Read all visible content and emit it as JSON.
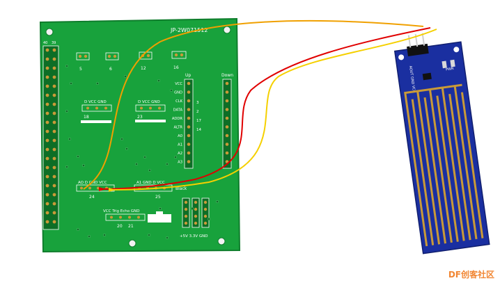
{
  "colors": {
    "pcb": "#18a23c",
    "pcb_dark": "#0f7d2c",
    "sensor": "#1a2fa0",
    "trace": "#c99a38",
    "wire_red": "#e00000",
    "wire_yellow": "#f5d000",
    "wire_orange": "#f0a000"
  },
  "board": {
    "part_number": "JP-2W071512",
    "header_left_labels": [
      "40",
      "39"
    ],
    "pwm_labels": [
      "5",
      "6",
      "12",
      "16"
    ],
    "up_label": "Up",
    "down_label": "Down",
    "up_pins": [
      "VCC",
      "GND",
      "CLK",
      "DATA",
      "ADDR",
      "ALTR",
      "A0",
      "A1",
      "A2",
      "A3"
    ],
    "gpio_numbers": [
      "3",
      "2",
      "17",
      "14"
    ],
    "module_18": {
      "header": "D  VCC GND",
      "number": "18"
    },
    "module_23": {
      "header": "D  VCC GND",
      "number": "23"
    },
    "module_24": {
      "header": "AO  D  GND VCC",
      "number": "24"
    },
    "module_25": {
      "header": "A1  GND  D  VCC",
      "number": "25"
    },
    "black_label": "Black",
    "ultra_header": "VCC Trig Echo GND",
    "ultra_numbers": [
      "20",
      "21"
    ],
    "power_label": "+5V  3.3V GND"
  },
  "sensor": {
    "pins_label": "AOUT GND VCC",
    "pwr_label": "PWR"
  },
  "watermark": "DF创客社区"
}
